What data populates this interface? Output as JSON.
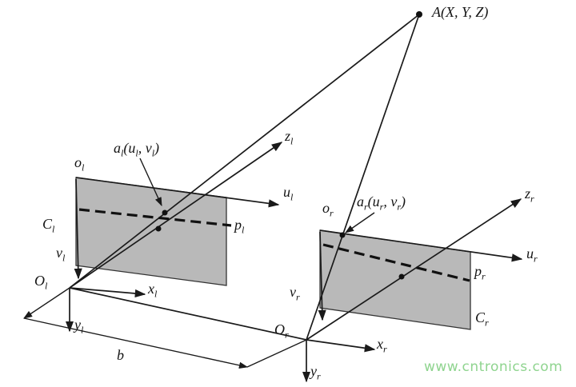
{
  "diagram": {
    "title": "stereo-camera-projection-geometry"
  },
  "colors": {
    "plane_fill": "#b9b9b9",
    "plane_stroke": "#333333",
    "line": "#1a1a1a",
    "watermark": "#8fd48f",
    "background": "#ffffff"
  },
  "labels": {
    "A": {
      "text": "A(X, Y, Z)"
    },
    "o_l": {
      "p1": "o",
      "s1": "l"
    },
    "a_l": {
      "p1": "a",
      "s1": "l",
      "p2": "(u",
      "s2": "l",
      "p3": ", v",
      "s3": "l",
      "p4": ")"
    },
    "z_l": {
      "p1": "z",
      "s1": "l"
    },
    "u_l": {
      "p1": "u",
      "s1": "l"
    },
    "p_l": {
      "p1": "p",
      "s1": "l"
    },
    "C_l": {
      "p1": "C",
      "s1": "l"
    },
    "v_l": {
      "p1": "v",
      "s1": "l"
    },
    "O_l": {
      "p1": "O",
      "s1": "l"
    },
    "x_l": {
      "p1": "x",
      "s1": "l"
    },
    "y_l": {
      "p1": "y",
      "s1": "l"
    },
    "b": {
      "text": "b"
    },
    "o_r": {
      "p1": "o",
      "s1": "r"
    },
    "a_r": {
      "p1": "a",
      "s1": "r",
      "p2": "(u",
      "s2": "r",
      "p3": ", v",
      "s3": "r",
      "p4": ")"
    },
    "z_r": {
      "p1": "z",
      "s1": "r"
    },
    "u_r": {
      "p1": "u",
      "s1": "r"
    },
    "p_r": {
      "p1": "p",
      "s1": "r"
    },
    "C_r": {
      "p1": "C",
      "s1": "r"
    },
    "v_r": {
      "p1": "v",
      "s1": "r"
    },
    "O_r": {
      "p1": "O",
      "s1": "r"
    },
    "x_r": {
      "p1": "x",
      "s1": "r"
    },
    "y_r": {
      "p1": "y",
      "s1": "r"
    },
    "watermark": {
      "text": "www.cntronics.com"
    }
  }
}
